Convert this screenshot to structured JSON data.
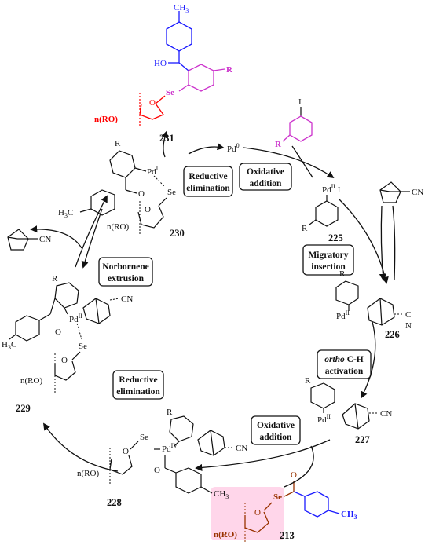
{
  "compounds": {
    "c231": "231",
    "c230": "230",
    "c225": "225",
    "c226": "226",
    "c227": "227",
    "c228": "228",
    "c229": "229",
    "c213": "213"
  },
  "steps": {
    "reductive_elimination_top": [
      "Reductive",
      "elimination"
    ],
    "oxidative_addition_top": [
      "Oxidative",
      "addition"
    ],
    "migratory_insertion": [
      "Migratory",
      "insertion"
    ],
    "ortho_activation": [
      "ortho",
      " C-H",
      "activation"
    ],
    "oxidative_addition_bottom": [
      "Oxidative",
      "addition"
    ],
    "reductive_elimination_left": [
      "Reductive",
      "elimination"
    ],
    "norbornene_extrusion": [
      "Norbornene",
      "extrusion"
    ]
  },
  "atoms": {
    "pd0": "Pd",
    "pd0_ox": "0",
    "pd": "Pd",
    "pd_ii": "II",
    "pd_iv": "IV",
    "iodine": "I",
    "se": "Se",
    "o": "O",
    "oh": "HO",
    "r": "R",
    "cn": "CN",
    "n_lower": "N",
    "c_upper": "C",
    "ch3": "CH",
    "ch3_sub": "3",
    "h3c": "H",
    "h3c_sub": "3",
    "h3c_c": "C",
    "nro": "n(RO)"
  },
  "colors": {
    "red": "#ff0000",
    "blue": "#1a1aff",
    "magenta": "#cc33cc",
    "brown": "#993300",
    "highlight": "#ffd6ea",
    "black": "#111111"
  }
}
